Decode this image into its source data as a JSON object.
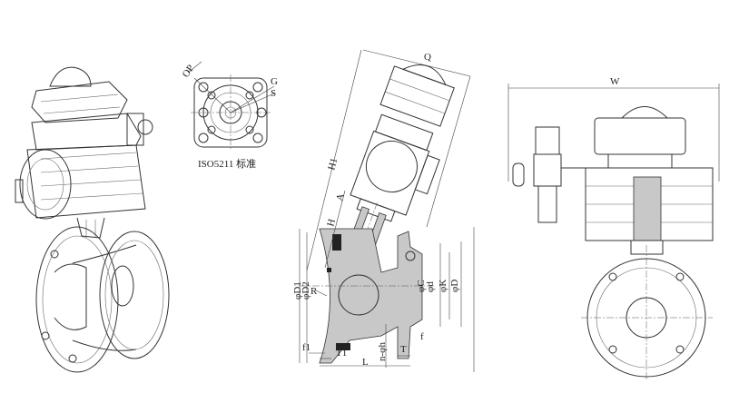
{
  "iso_view": {
    "labels": {
      "op": "OP",
      "g": "G",
      "s": "S"
    },
    "caption": "ISO5211  标准"
  },
  "section_view": {
    "labels": {
      "q": "Q",
      "h1": "H1",
      "h": "H",
      "a": "A",
      "d1": "φD1",
      "d2": "φD2",
      "r": "R",
      "c": "φC",
      "d_small": "φd",
      "k": "φK",
      "d": "φD",
      "f": "f",
      "f1": "f1",
      "t1": "T1",
      "t": "T",
      "l": "L",
      "nh": "n-φh"
    }
  },
  "front_view": {
    "labels": {
      "w": "W"
    }
  }
}
